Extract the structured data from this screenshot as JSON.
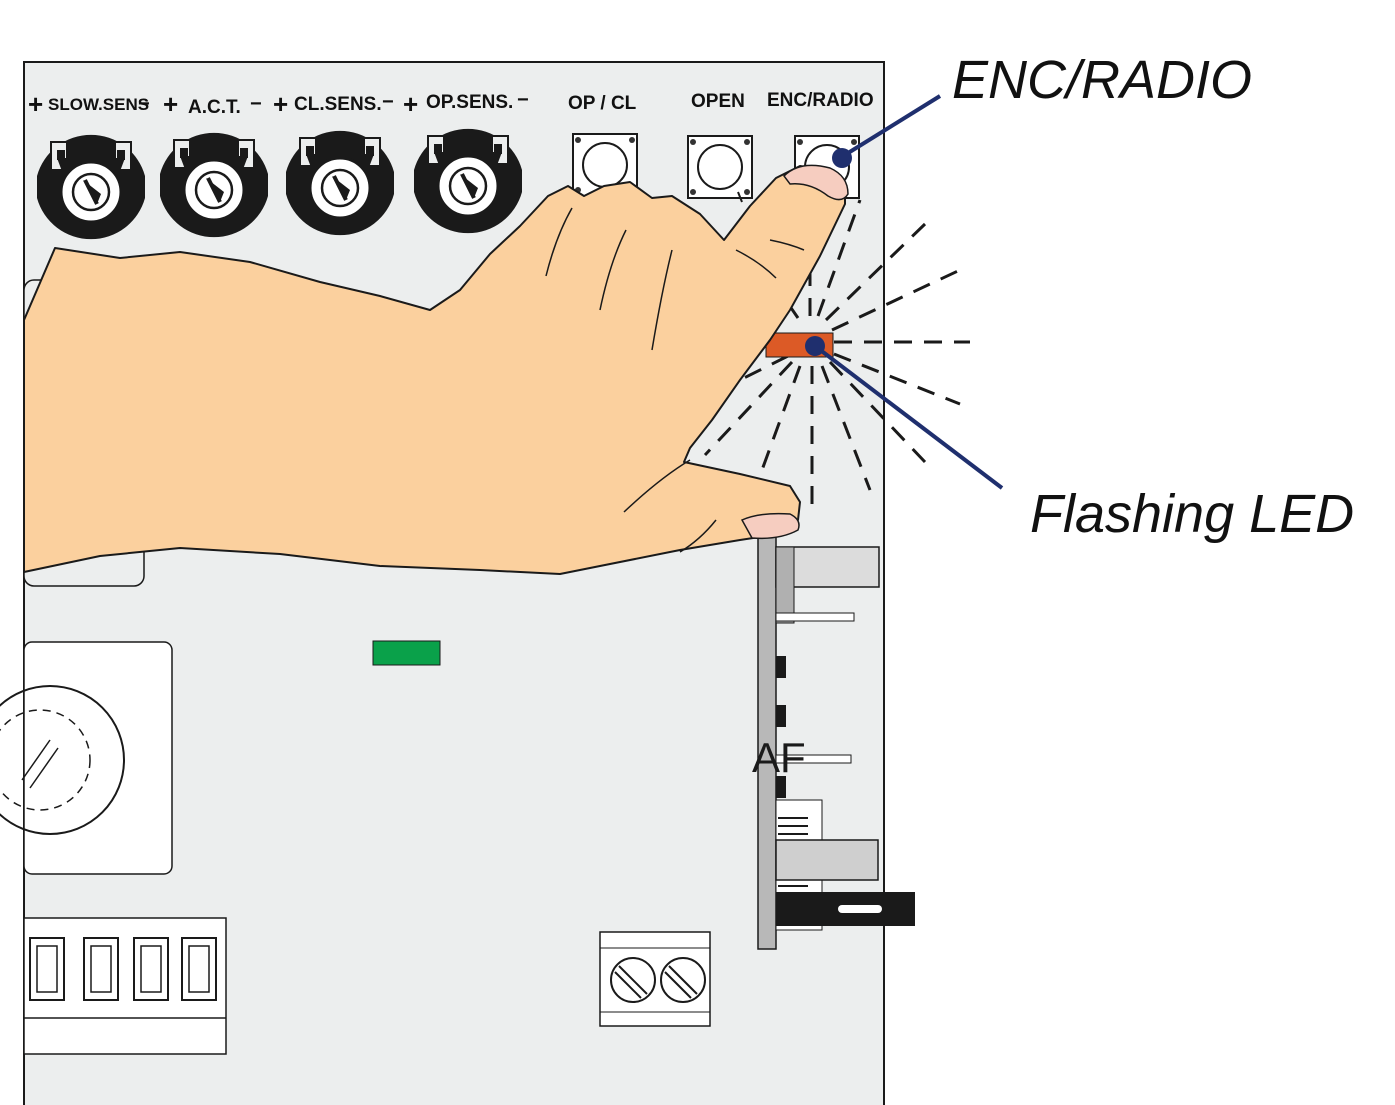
{
  "board": {
    "trimmers": [
      {
        "label": "SLOW.SENS"
      },
      {
        "label": "A.C.T."
      },
      {
        "label": "CL.SENS."
      },
      {
        "label": "OP.SENS."
      }
    ],
    "trimmer_plus": "+",
    "trimmer_minus": "−",
    "buttons": [
      {
        "label": "OP / CL"
      },
      {
        "label": "OPEN"
      },
      {
        "label": "ENC/RADIO"
      }
    ],
    "partial_text": "AF"
  },
  "callouts": {
    "enc_radio": "ENC/RADIO",
    "flashing_led": "Flashing LED"
  },
  "colors": {
    "board": "#eceeee",
    "outline": "#1a1a1a",
    "hand_skin": "#fbd09e",
    "nail": "#f6cdc0",
    "led_flashing": "#dc5a26",
    "led_status": "#0aa14a",
    "callout_line": "#1f2f6e"
  }
}
